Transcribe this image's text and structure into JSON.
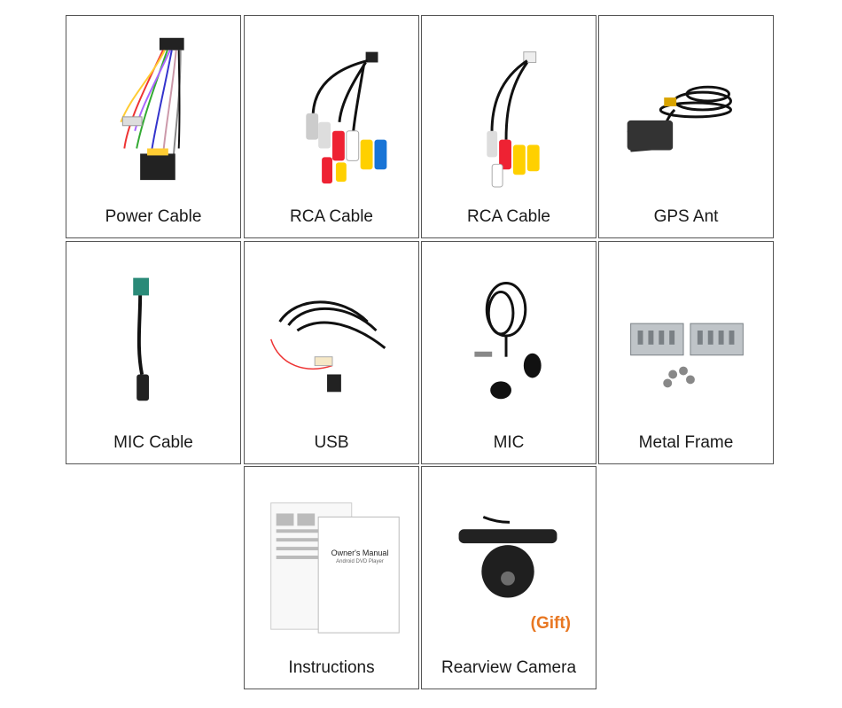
{
  "items": [
    {
      "label": "Power Cable",
      "icon": "power-cable-harness"
    },
    {
      "label": "RCA Cable",
      "icon": "rca-cable-large"
    },
    {
      "label": "RCA Cable",
      "icon": "rca-cable-small"
    },
    {
      "label": "GPS Ant",
      "icon": "gps-antenna"
    },
    {
      "label": "MIC Cable",
      "icon": "mic-cable"
    },
    {
      "label": "USB",
      "icon": "usb-cable"
    },
    {
      "label": "MIC",
      "icon": "microphone"
    },
    {
      "label": "Metal Frame",
      "icon": "metal-frame-brackets"
    },
    {
      "label": "Instructions",
      "icon": "owners-manual"
    },
    {
      "label": "Rearview Camera",
      "icon": "rearview-camera",
      "badge": "(Gift)"
    }
  ],
  "manual": {
    "title": "Owner's Manual",
    "subtitle": "Android DVD Player"
  }
}
